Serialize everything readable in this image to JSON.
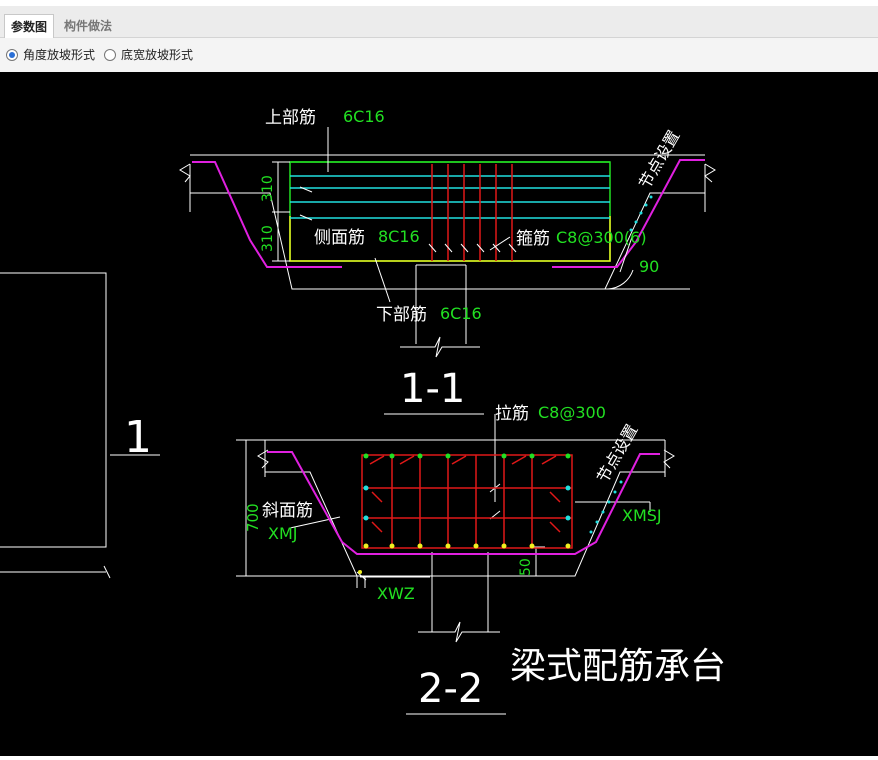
{
  "tabs": [
    {
      "label": "参数图",
      "active": true
    },
    {
      "label": "构件做法",
      "active": false
    }
  ],
  "options": [
    {
      "label": "角度放坡形式",
      "selected": true
    },
    {
      "label": "底宽放坡形式",
      "selected": false
    }
  ],
  "drawing": {
    "title": "梁式配筋承台",
    "section_11": {
      "label": "1-1",
      "top_rebar": {
        "name": "上部筋",
        "value": "6C16"
      },
      "side_rebar": {
        "name": "侧面筋",
        "value": "8C16"
      },
      "stirrup": {
        "name": "箍筋",
        "value": "C8@300(6)"
      },
      "bottom_rebar": {
        "name": "下部筋",
        "value": "6C16"
      },
      "dim_upper": "310",
      "dim_lower": "310",
      "angle": "90",
      "node_setting": "节点设置"
    },
    "section_22": {
      "label": "2-2",
      "tie_rebar": {
        "name": "拉筋",
        "value": "C8@300"
      },
      "slope_rebar": {
        "name": "斜面筋",
        "value": "XMJ"
      },
      "dim_height": "700",
      "dim_bottom": "50",
      "xwz": "XWZ",
      "xmsj": "XMSJ",
      "node_setting": "节点设置"
    },
    "left_label": "1"
  },
  "colors": {
    "canvas_bg": "#000000",
    "magenta": "#e020e0",
    "green": "#22e022",
    "cyan": "#20e0e0",
    "red": "#e01818",
    "yellow": "#f0f020",
    "white": "#ffffff"
  }
}
